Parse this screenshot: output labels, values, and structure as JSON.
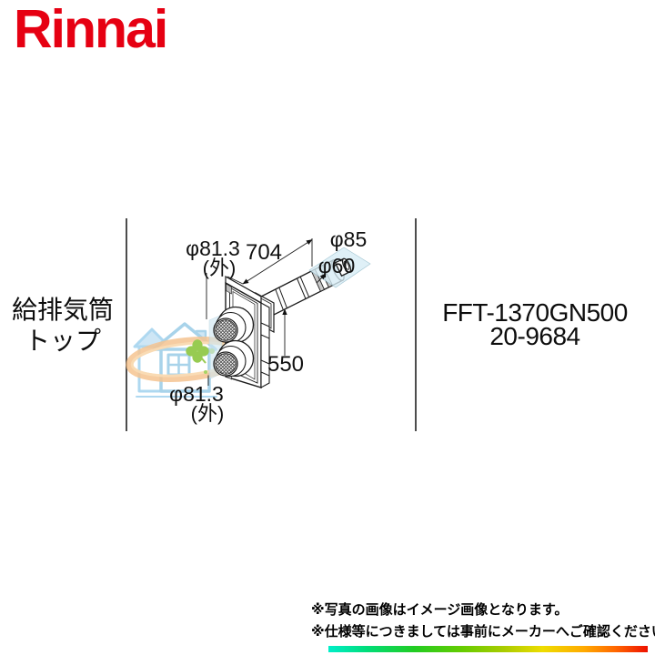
{
  "brand": {
    "logo_text": "Rinnai",
    "color": "#e60012"
  },
  "table": {
    "part_name_line1": "給排気筒",
    "part_name_line2": "トップ",
    "model_number": "FFT-1370GN500",
    "order_code": "20-9684"
  },
  "diagram": {
    "labels": {
      "top_pipe_dia": "φ81.3",
      "top_pipe_dia_note": "(外)",
      "overall_length": "704",
      "end_outer_dia": "φ85",
      "end_inner_dia": "φ60",
      "body_length": "550",
      "bottom_pipe_dia": "φ81.3",
      "bottom_pipe_dia_note": "(外)"
    },
    "watermark_icons": [
      "house-icon",
      "clover-icon",
      "orange-ring-icon"
    ]
  },
  "footnotes": {
    "line1": "※写真の画像はイメージ画像となります。",
    "line2": "※仕様等につきましては事前にメーカーへご確認ください。"
  },
  "colors": {
    "brand_red": "#e60012",
    "divider_gray": "#4d4d4d",
    "highlight_blue": "#d7edf6",
    "watermark_blue": "#9fcfe8",
    "watermark_orange": "#f4bd85",
    "watermark_green": "#8cc63f",
    "rainbow_bar": [
      "#00eec9",
      "#22cc22",
      "#eedd00",
      "#ffaa00",
      "#ee1100"
    ]
  }
}
